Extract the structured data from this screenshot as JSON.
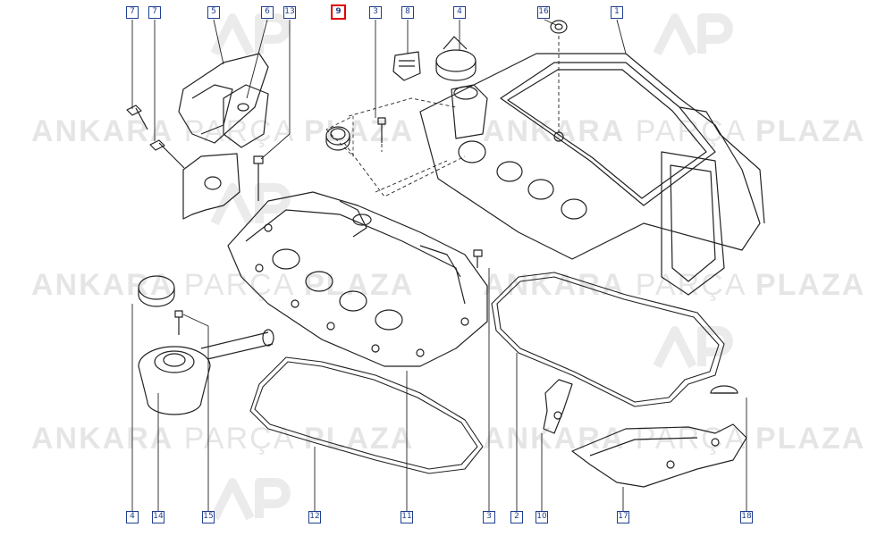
{
  "diagram": {
    "highlighted_part": "9",
    "colors": {
      "callout_border": "#1f3f8f",
      "highlight_border": "#e00000",
      "line": "#222222",
      "watermark": "#000000"
    },
    "callouts_top": [
      "7",
      "7",
      "5",
      "6",
      "13",
      "9",
      "3",
      "8",
      "4",
      "16",
      "1"
    ],
    "callouts_bottom": [
      "4",
      "14",
      "15",
      "12",
      "11",
      "3",
      "2",
      "10",
      "17",
      "18"
    ]
  },
  "watermark": {
    "word1": "ANKARA",
    "word2": "PARÇA",
    "word3": "PLAZA",
    "logo_letters": "AP"
  }
}
